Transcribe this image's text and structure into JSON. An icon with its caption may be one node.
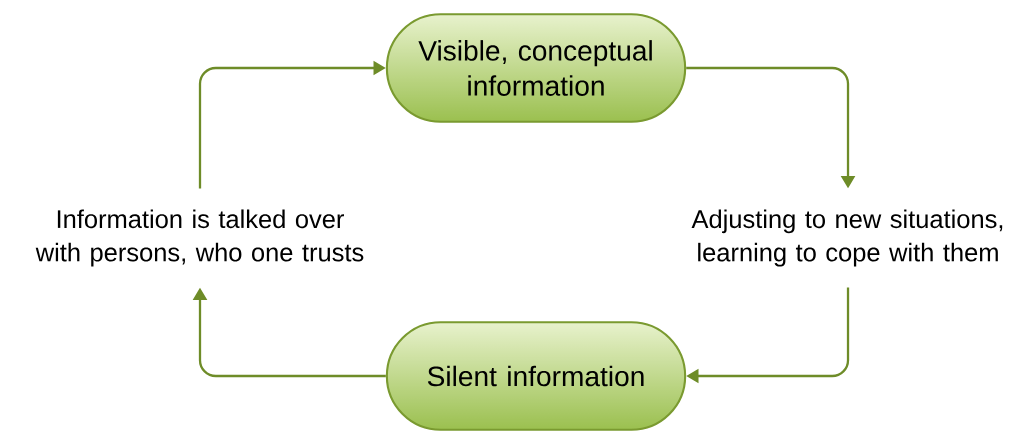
{
  "diagram": {
    "nodes": [
      {
        "text": [
          "Visible, conceptual information"
        ]
      },
      {
        "text": [
          "Adjusting to new situations, learning to cope with them"
        ]
      },
      {
        "text": [
          "Silent information"
        ]
      },
      {
        "text": [
          "Information is talked over with persons, who one trusts"
        ]
      }
    ],
    "edges": [
      {
        "from": 0,
        "to": 1,
        "arrow": "to"
      },
      {
        "from": 1,
        "to": 2,
        "arrow": "to"
      },
      {
        "from": 2,
        "to": 3,
        "arrow": "to"
      },
      {
        "from": 3,
        "to": 0,
        "arrow": "to"
      }
    ]
  }
}
